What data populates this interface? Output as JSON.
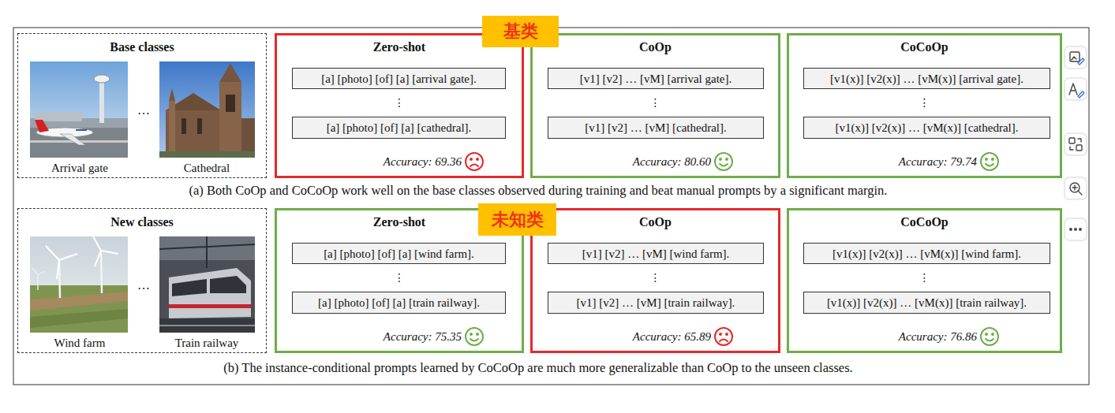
{
  "diagram": {
    "nodes": [
      {
        "text": [
          "Base classes",
          "…",
          "Arrival gate",
          "Cathedral"
        ]
      },
      {
        "text": [
          "Zero-shot",
          "⋮",
          "Accuracy: 69.36"
        ]
      },
      {
        "text": [
          "[a] [photo] [of] [a] [arrival gate]."
        ],
        "in": 1
      },
      {
        "text": [
          "[a] [photo] [of] [a] [cathedral]."
        ],
        "in": 1
      },
      {
        "text": [
          "CoOp",
          "⋮",
          "Accuracy: 80.60"
        ]
      },
      {
        "text": [
          "[v1] [v2] … [vM] [arrival gate]."
        ],
        "in": 4
      },
      {
        "text": [
          "[v1] [v2] … [vM] [cathedral]."
        ],
        "in": 4
      },
      {
        "text": [
          "CoCoOp",
          "⋮",
          "Accuracy: 79.74"
        ]
      },
      {
        "text": [
          "[v1(x)] [v2(x)] … [vM(x)] [arrival gate]."
        ],
        "in": 7
      },
      {
        "text": [
          "[v1(x)] [v2(x)] … [vM(x)] [cathedral]."
        ],
        "in": 7
      },
      {
        "text": [
          "基类"
        ]
      },
      {
        "text": [
          "New classes",
          "…",
          "Wind farm",
          "Train railway"
        ]
      },
      {
        "text": [
          "Zero-shot",
          "⋮",
          "Accuracy: 75.35"
        ]
      },
      {
        "text": [
          "[a] [photo] [of] [a] [wind farm]."
        ],
        "in": 12
      },
      {
        "text": [
          "[a] [photo] [of] [a] [train railway]."
        ],
        "in": 12
      },
      {
        "text": [
          "CoOp",
          "⋮",
          "Accuracy: 65.89"
        ]
      },
      {
        "text": [
          "[v1] [v2] … [vM] [wind farm]."
        ],
        "in": 15
      },
      {
        "text": [
          "[v1] [v2] … [vM] [train railway]."
        ],
        "in": 15
      },
      {
        "text": [
          "CoCoOp",
          "⋮",
          "Accuracy: 76.86"
        ]
      },
      {
        "text": [
          "[v1(x)] [v2(x)] … [vM(x)] [wind farm]."
        ],
        "in": 18
      },
      {
        "text": [
          "[v1(x)] [v2(x)] … [vM(x)] [train railway]."
        ],
        "in": 18
      },
      {
        "text": [
          "未知类"
        ]
      }
    ],
    "labels": [
      "(a) Both CoOp and CoCoOp work well on the base classes observed during training and beat manual prompts by a significant margin.",
      "(b) The instance-conditional prompts learned by CoCoOp are much more generalizable than CoOp to the unseen classes."
    ]
  }
}
